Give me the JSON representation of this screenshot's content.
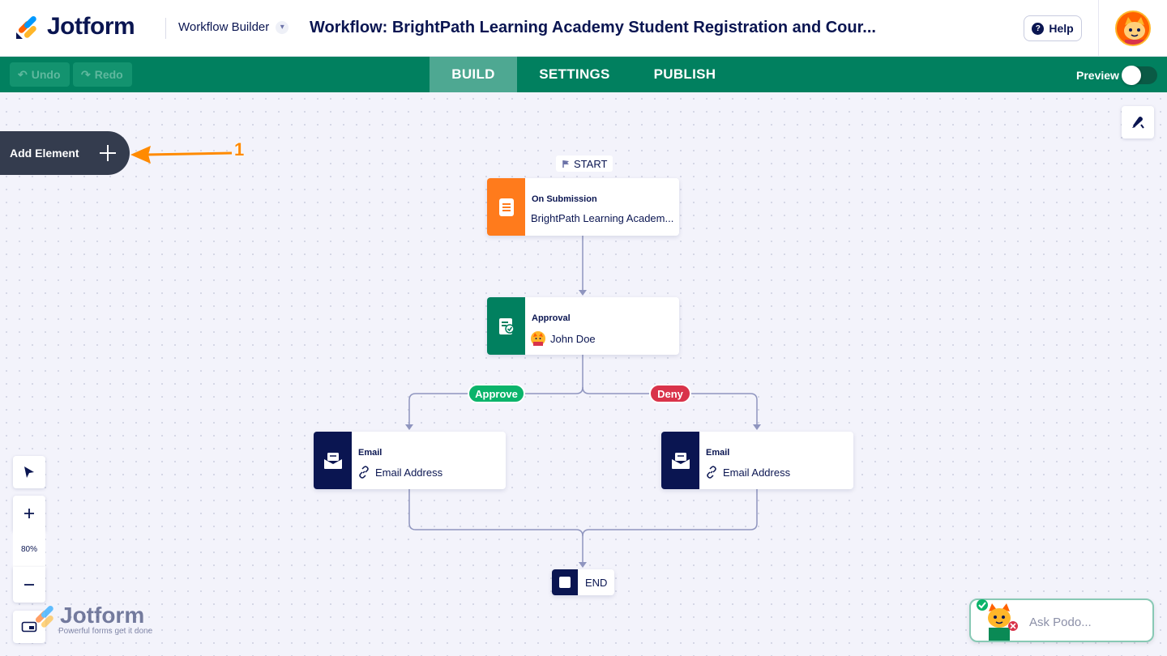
{
  "header": {
    "logo_text": "Jotform",
    "workflow_builder": "Workflow Builder",
    "workflow_title": "Workflow: BrightPath Learning Academy Student Registration and Cour...",
    "help_label": "Help"
  },
  "toolbar": {
    "undo_label": "Undo",
    "redo_label": "Redo",
    "tabs": [
      {
        "label": "BUILD",
        "active": true
      },
      {
        "label": "SETTINGS",
        "active": false
      },
      {
        "label": "PUBLISH",
        "active": false
      }
    ],
    "preview_label": "Preview",
    "preview_enabled": false
  },
  "canvas": {
    "add_element_label": "Add Element",
    "annotation_number": "1",
    "start_label": "START",
    "end_label": "END",
    "nodes": [
      {
        "type": "On Submission",
        "value": "BrightPath Learning Academ...",
        "color": "#ff7b1c",
        "icon": "form-icon"
      },
      {
        "type": "Approval",
        "value": "John Doe",
        "color": "#01805f",
        "icon": "approval-icon"
      },
      {
        "type": "Email",
        "value": "Email Address",
        "color": "#0a1551",
        "icon": "email-icon"
      },
      {
        "type": "Email",
        "value": "Email Address",
        "color": "#0a1551",
        "icon": "email-icon"
      }
    ],
    "branches": {
      "approve_label": "Approve",
      "approve_color": "#0bb46b",
      "deny_label": "Deny",
      "deny_color": "#d9334a"
    },
    "zoom_level": "80%",
    "watermark_text": "Jotform",
    "watermark_sub": "Powerful forms get it done"
  },
  "assistant": {
    "placeholder": "Ask Podo..."
  }
}
